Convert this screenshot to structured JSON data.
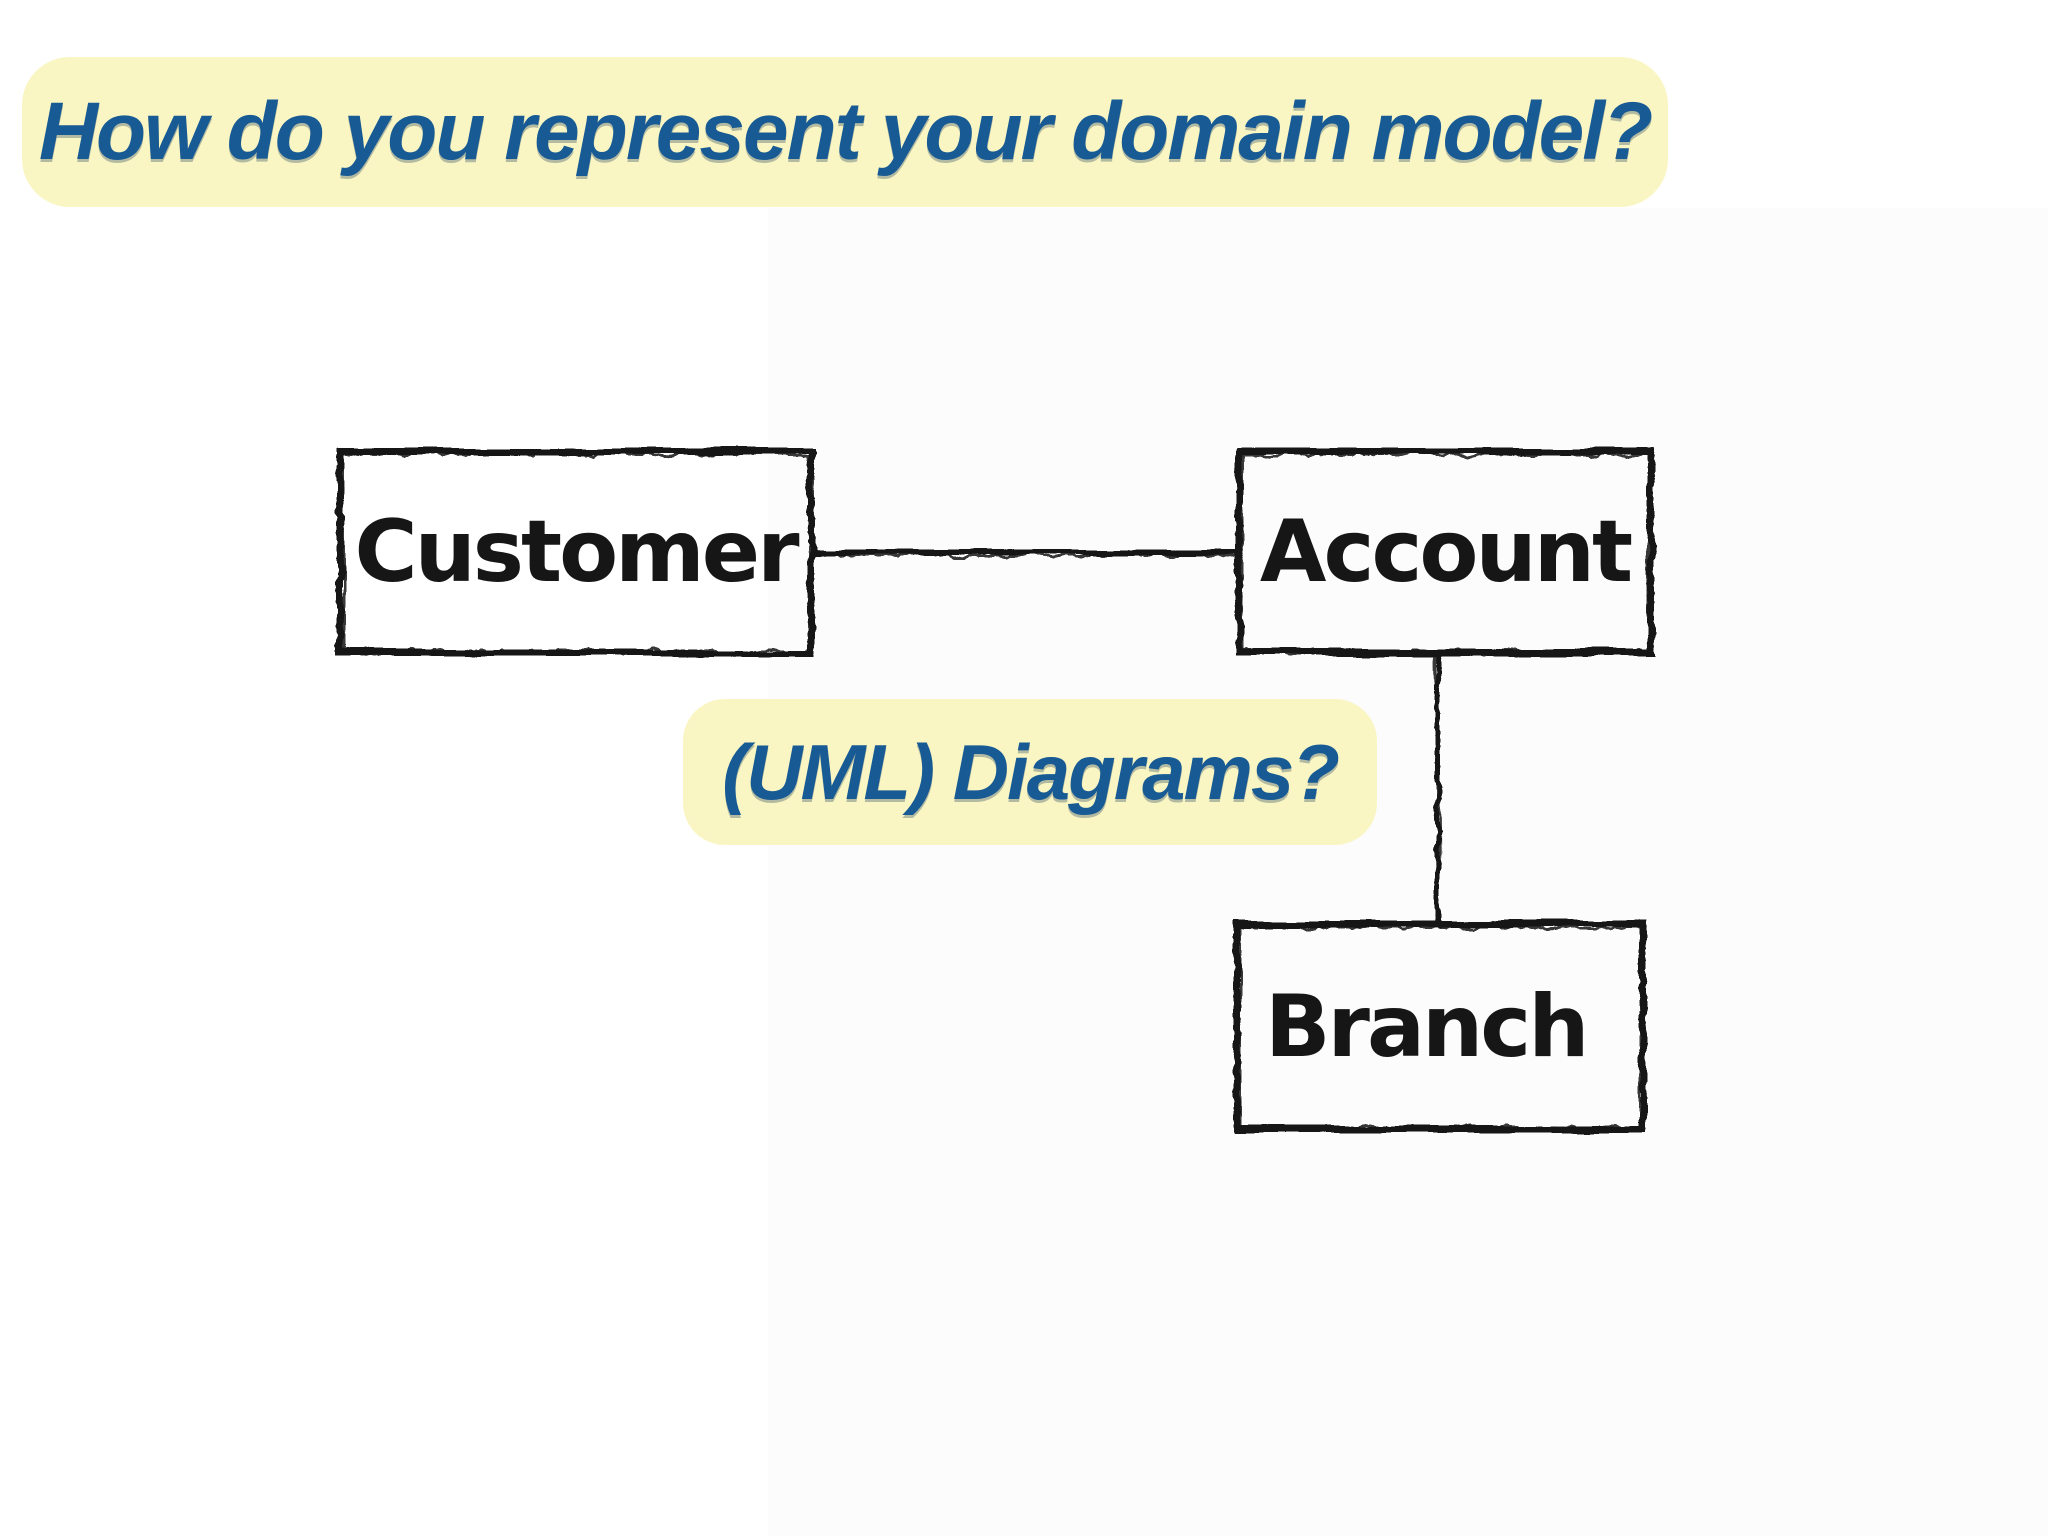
{
  "slide": {
    "title_banner": {
      "text": "How do you represent your domain model?"
    },
    "caption_banner": {
      "text": "(UML) Diagrams?"
    },
    "colors": {
      "background": "#ffffff",
      "banner_bg": "#faf6c4",
      "banner_text": "#175a94",
      "sketch_ink": "#141414"
    }
  },
  "diagram": {
    "style": "hand-drawn-sketch",
    "nodes": [
      {
        "id": "customer",
        "label": "Customer"
      },
      {
        "id": "account",
        "label": "Account"
      },
      {
        "id": "branch",
        "label": "Branch"
      }
    ],
    "edges": [
      {
        "from": "customer",
        "to": "account",
        "shape": "horizontal-line"
      },
      {
        "from": "account",
        "to": "branch",
        "shape": "vertical-line"
      }
    ]
  }
}
